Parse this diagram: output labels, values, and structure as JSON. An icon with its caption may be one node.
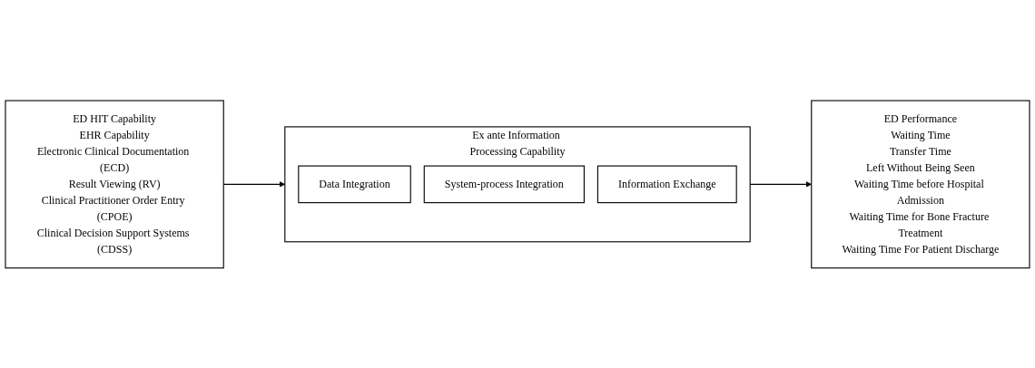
{
  "diagram": {
    "nodes": [
      {
        "text": [
          "ED HIT Capability",
          "EHR Capability",
          "Electronic Clinical Documentation (ECD)",
          "Result Viewing (RV)",
          "Clinical Practitioner Order Entry (CPOE)",
          "Clinical Decision Support Systems (CDSS)"
        ]
      },
      {
        "text": [
          "Ex ante Information Processing Capability"
        ]
      },
      {
        "text": [
          "Data Integration"
        ],
        "in": 1
      },
      {
        "text": [
          "System-process Integration"
        ],
        "in": 1
      },
      {
        "text": [
          "Information Exchange"
        ],
        "in": 1
      },
      {
        "text": [
          "ED Performance",
          "Waiting Time",
          "Transfer Time",
          "Left Without Being Seen",
          "Waiting Time before Hospital Admission",
          "Waiting Time for Bone Fracture Treatment",
          "Waiting Time For Patient Discharge"
        ]
      }
    ],
    "edges": [
      {
        "from": 0,
        "to": 1,
        "arrow": "to"
      },
      {
        "from": 1,
        "to": 5,
        "arrow": "to"
      }
    ]
  }
}
